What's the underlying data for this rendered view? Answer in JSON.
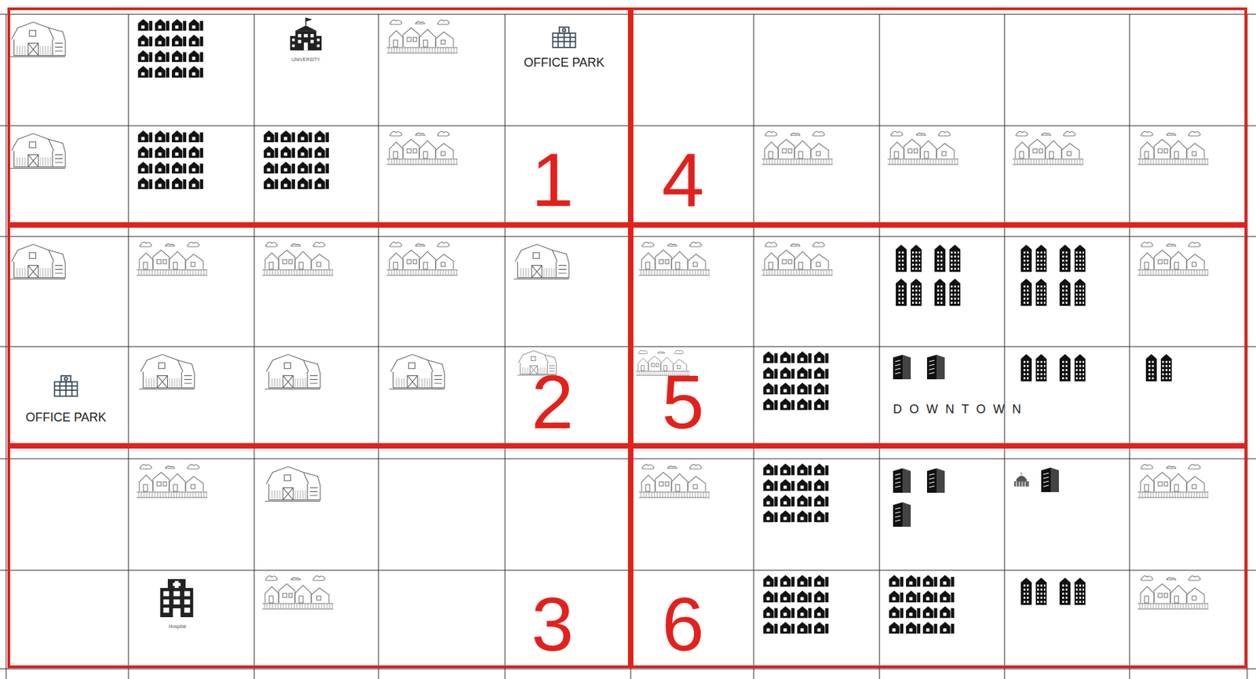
{
  "diagram": {
    "nodes": [
      {
        "text": [
          "1"
        ]
      },
      {
        "text": [
          "2"
        ]
      },
      {
        "text": [
          "3"
        ]
      },
      {
        "text": [
          "4"
        ]
      },
      {
        "text": [
          "5"
        ]
      },
      {
        "text": [
          "6"
        ]
      }
    ],
    "labels": [
      "UNIVERSITY",
      "OFFICE PARK",
      "OFFICE PARK",
      "D O W N T O W N",
      "Hospital"
    ]
  }
}
